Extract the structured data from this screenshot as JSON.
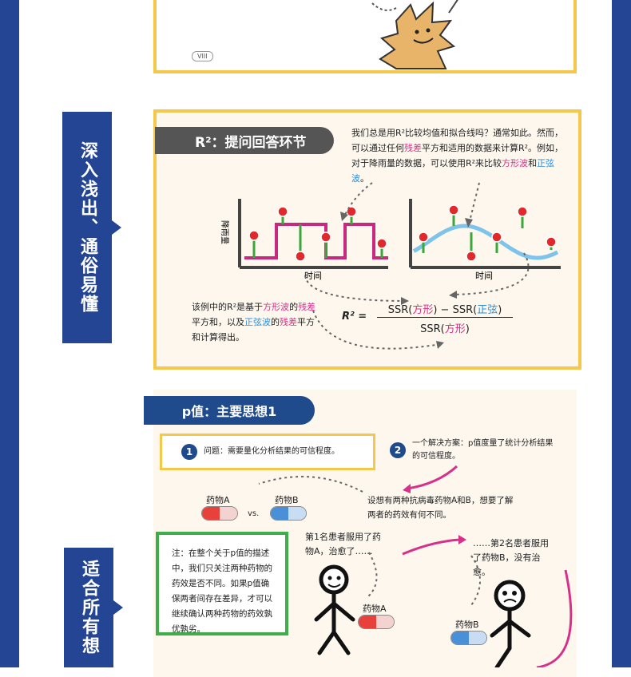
{
  "page": {
    "page_number": "VIII"
  },
  "side_tabs": [
    {
      "label": "深入浅出、通俗易懂"
    },
    {
      "label": "适合所有想"
    }
  ],
  "r2_section": {
    "title": "R²：提问回答环节",
    "description": [
      {
        "t": "我们总是用R²比较均值和拟合线吗？",
        "c": ""
      },
      {
        "t": "通常如此。然而，可以通过任何",
        "c": ""
      },
      {
        "t": "残差",
        "c": "pink"
      },
      {
        "t": "平方和适用的数据来计算R²。例如，对于降雨量的数据，可以使用R²来比较",
        "c": ""
      },
      {
        "t": "方形波",
        "c": "pink"
      },
      {
        "t": "和",
        "c": ""
      },
      {
        "t": "正弦波",
        "c": "blue"
      },
      {
        "t": "。",
        "c": ""
      }
    ],
    "ylabel": "降雨量",
    "xlabel_left": "时间",
    "xlabel_right": "时间",
    "note": [
      {
        "t": "该例中的R²是基于",
        "c": ""
      },
      {
        "t": "方形波",
        "c": "pink"
      },
      {
        "t": "的",
        "c": ""
      },
      {
        "t": "残差",
        "c": "pink"
      },
      {
        "t": "平方和，以及",
        "c": ""
      },
      {
        "t": "正弦波",
        "c": "blue"
      },
      {
        "t": "的",
        "c": ""
      },
      {
        "t": "残差",
        "c": "pink"
      },
      {
        "t": "平方和计算得出。",
        "c": ""
      }
    ],
    "formula": {
      "lhs": "R² =",
      "num_a": "SSR(",
      "num_a_word": "方形",
      "num_b": ") − SSR(",
      "num_b_word": "正弦",
      "num_c": ")",
      "den_a": "SSR(",
      "den_word": "方形",
      "den_c": ")"
    },
    "colors": {
      "square": "#c8287e",
      "sine": "#7ec4ea",
      "dot": "#e3282c",
      "stem": "#3aa63c"
    }
  },
  "p_section": {
    "title": "p值：主要思想1",
    "q1_num": "1",
    "q1_text": "问题：需要量化分析结果的可信程度。",
    "q2_num": "2",
    "q2_text": "一个解决方案：p值度量了统计分析结果的可信程度。",
    "scenario": "设想有两种抗病毒药物A和B，想要了解两者的药效有何不同。",
    "drug_a": "药物A",
    "drug_b": "药物B",
    "vs": "vs.",
    "note": "注：在整个关于p值的描述中，我们只关注两种药物的药效是否不同。如果p值确保两者间存在差异，才可以继续确认两种药物的药效孰优孰劣。",
    "patient1": "第1名患者服用了药物A，治愈了……",
    "patient2": "……第2名患者服用了药物B，没有治愈。",
    "drug_a2": "药物A",
    "drug_b2": "药物B",
    "colors": {
      "capsule_red": "#e8413c",
      "capsule_blue": "#4a90d8",
      "accent": "#1f4a8c",
      "note_border": "#3fae4a"
    }
  }
}
